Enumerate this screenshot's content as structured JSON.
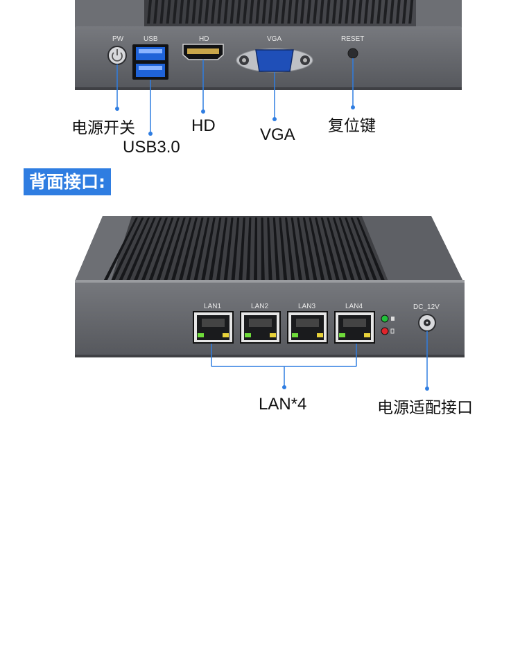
{
  "front_panel": {
    "port_labels": {
      "pw": "PW",
      "usb": "USB",
      "hd": "HD",
      "vga": "VGA",
      "reset": "RESET"
    },
    "callouts": {
      "power": "电源开关",
      "usb": "USB3.0",
      "hd": "HD",
      "vga": "VGA",
      "reset": "复位键"
    }
  },
  "rear_section": {
    "title": "背面接口:"
  },
  "rear_panel": {
    "port_labels": {
      "lan1": "LAN1",
      "lan2": "LAN2",
      "lan3": "LAN3",
      "lan4": "LAN4",
      "dc": "DC_12V"
    },
    "callouts": {
      "lan": "LAN*4",
      "power_adapter": "电源适配接口"
    }
  },
  "colors": {
    "accent": "#2f7de1",
    "chassis": "#5f6166",
    "panel": "#6a6c71",
    "callout_line": "#2f7de1",
    "led_green": "#22c03a",
    "led_red": "#e0242b",
    "usb_blue": "#1f63d8",
    "vga_blue": "#1f4fb8"
  }
}
